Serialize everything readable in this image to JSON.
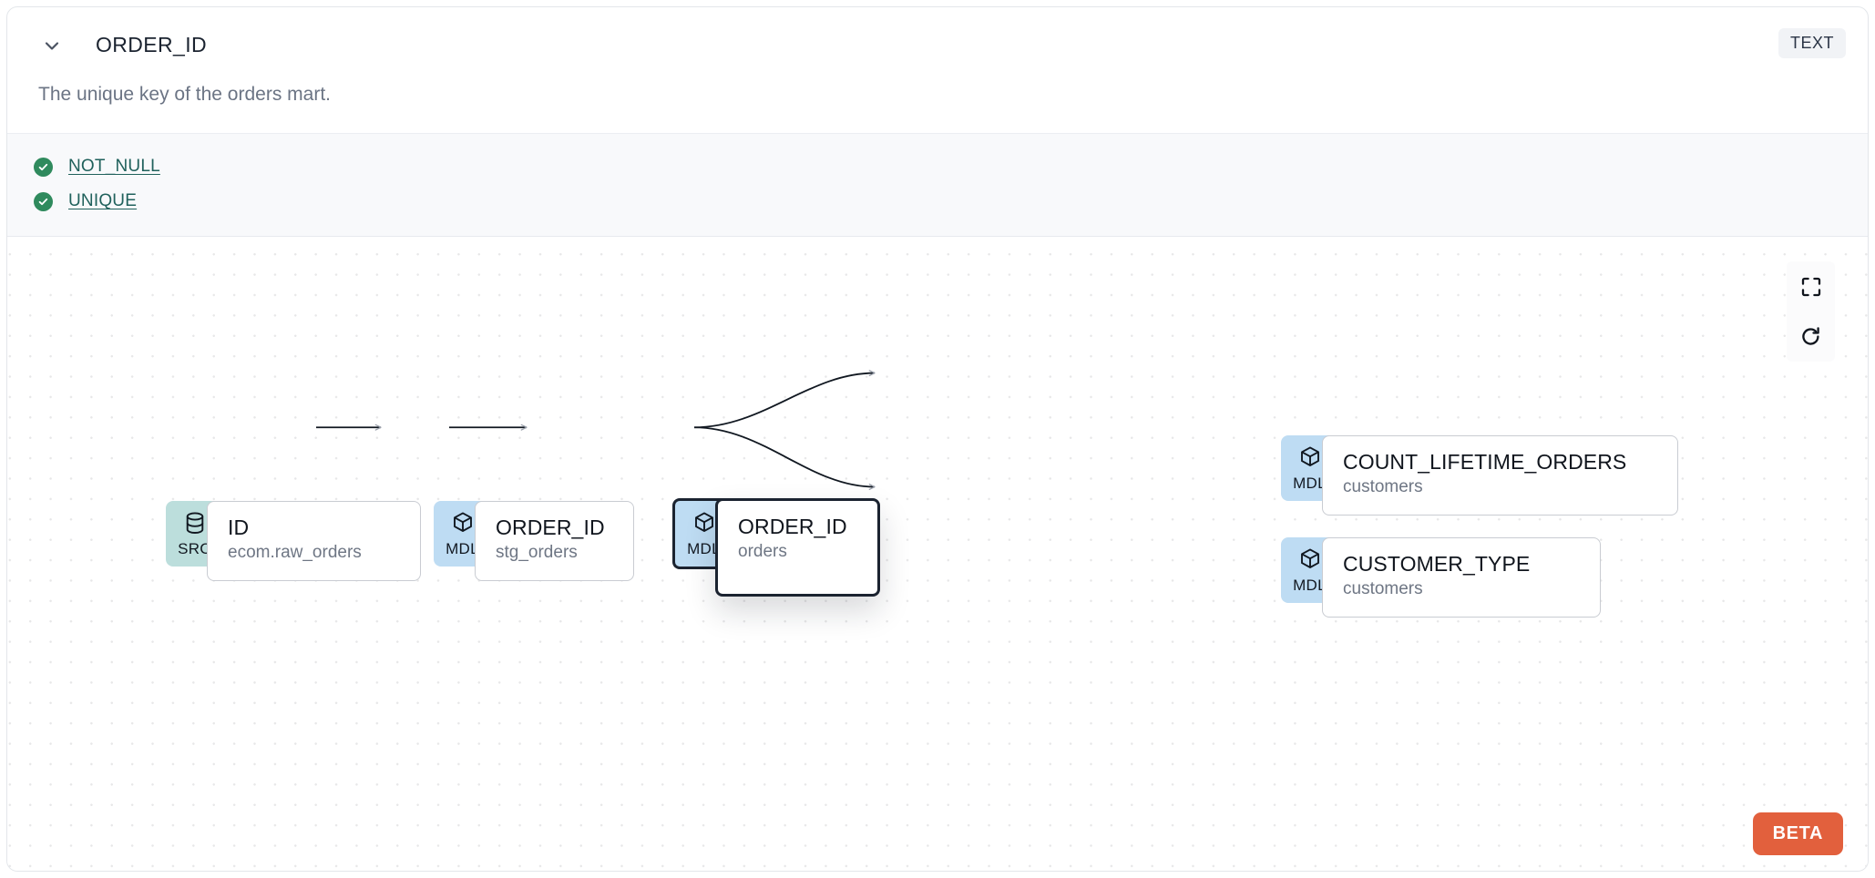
{
  "header": {
    "collapse_icon": "chevron-down-icon",
    "title": "ORDER_ID",
    "type_badge": "TEXT"
  },
  "description": "The unique key of the orders mart.",
  "tests": [
    {
      "icon": "check-circle-icon",
      "label": "NOT_NULL",
      "status": "passed"
    },
    {
      "icon": "check-circle-icon",
      "label": "UNIQUE",
      "status": "passed"
    }
  ],
  "lineage": {
    "nodes": [
      {
        "id": "src-id",
        "badge_kind": "SRC",
        "badge_icon": "database-icon",
        "name": "ID",
        "subtitle": "ecom.raw_orders",
        "selected": false
      },
      {
        "id": "mdl-stg-orders",
        "badge_kind": "MDL",
        "badge_icon": "cube-icon",
        "name": "ORDER_ID",
        "subtitle": "stg_orders",
        "selected": false
      },
      {
        "id": "mdl-orders",
        "badge_kind": "MDL",
        "badge_icon": "cube-icon",
        "name": "ORDER_ID",
        "subtitle": "orders",
        "selected": true
      },
      {
        "id": "mdl-count-lifetime-orders",
        "badge_kind": "MDL",
        "badge_icon": "cube-icon",
        "name": "COUNT_LIFETIME_ORDERS",
        "subtitle": "customers",
        "selected": false
      },
      {
        "id": "mdl-customer-type",
        "badge_kind": "MDL",
        "badge_icon": "cube-icon",
        "name": "CUSTOMER_TYPE",
        "subtitle": "customers",
        "selected": false
      }
    ],
    "edges": [
      {
        "from": "src-id",
        "to": "mdl-stg-orders"
      },
      {
        "from": "mdl-stg-orders",
        "to": "mdl-orders"
      },
      {
        "from": "mdl-orders",
        "to": "mdl-count-lifetime-orders"
      },
      {
        "from": "mdl-orders",
        "to": "mdl-customer-type"
      }
    ],
    "controls": [
      {
        "name": "fit-view-button",
        "icon": "fullscreen-icon"
      },
      {
        "name": "reset-button",
        "icon": "refresh-icon"
      }
    ],
    "beta_badge": "BETA"
  },
  "colors": {
    "src_badge": "#bcdedc",
    "mdl_badge": "#bedcf3",
    "test_pass": "#2f8a5d",
    "test_link": "#20615c",
    "beta": "#e2603d",
    "selected_border": "#1b2330"
  }
}
